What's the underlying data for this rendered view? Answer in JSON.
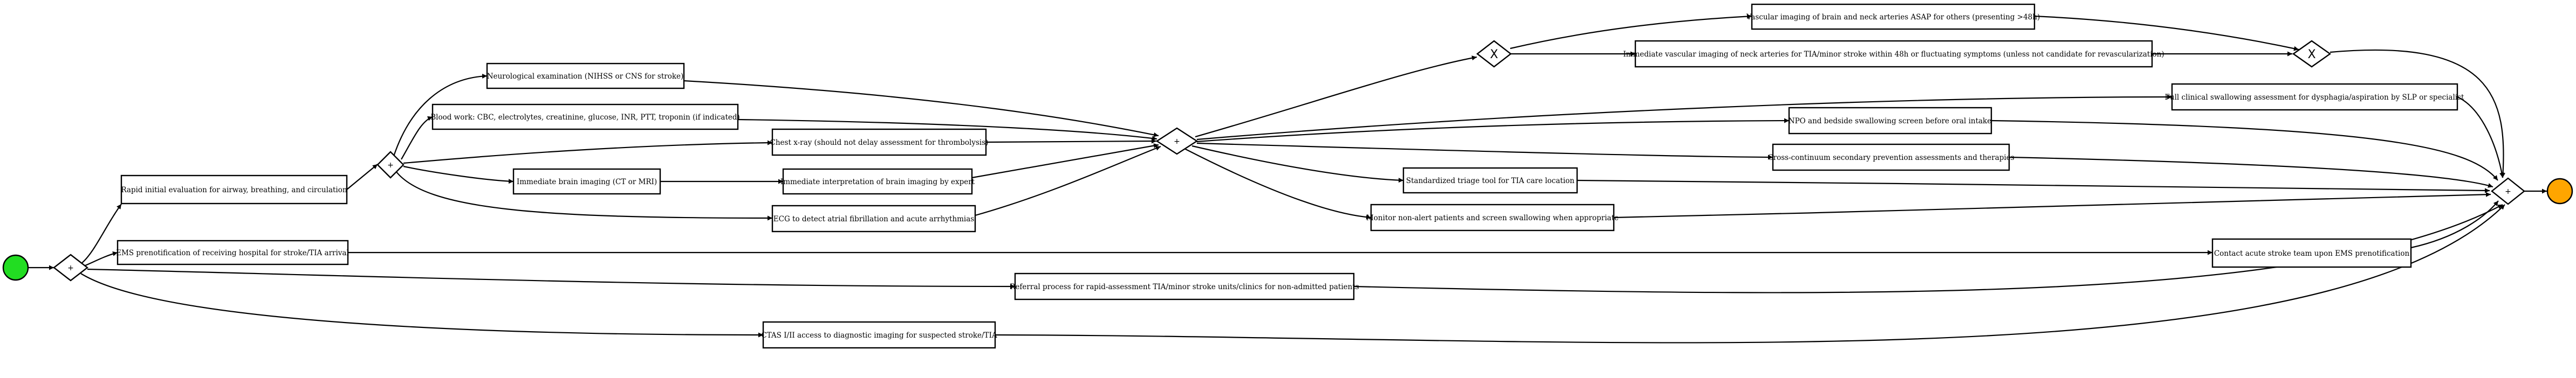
{
  "colors": {
    "start_event": "#22dd22",
    "end_event": "#ffa500",
    "stroke": "#000000",
    "fill": "#ffffff"
  },
  "gateways": {
    "g1": "+",
    "g2": "+",
    "g3": "+",
    "x1": "X",
    "x2": "X",
    "g_end": "+"
  },
  "tasks": {
    "t_rapid": "Rapid initial evaluation for airway, breathing, and circulation",
    "t_ems": "EMS prenotification of receiving hospital for stroke/TIA arrival",
    "t_referral": "Referral process for rapid-assessment TIA/minor stroke units/clinics for non-admitted patients",
    "t_ctas": "CTAS I/II access to diagnostic imaging for suspected stroke/TIA",
    "t_neuro": "Neurological examination (NIHSS or CNS for stroke)",
    "t_blood": "Blood work: CBC, electrolytes, creatinine, glucose, INR, PTT, troponin (if indicated)",
    "t_chest": "Chest x-ray (should not delay assessment for thrombolysis)",
    "t_brainimg": "Immediate brain imaging (CT or MRI)",
    "t_interp": "Immediate interpretation of brain imaging by expert",
    "t_ecg": "ECG to detect atrial fibrillation and acute arrhythmias",
    "t_vascular_asap": "Vascular imaging of brain and neck arteries ASAP for others (presenting >48h)",
    "t_vascular_imm": "Immediate vascular imaging of neck arteries for TIA/minor stroke within 48h or fluctuating symptoms (unless not candidate for revascularization)",
    "t_swallow_full": "Full clinical swallowing assessment for dysphagia/aspiration by SLP or specialist",
    "t_npo": "NPO and bedside swallowing screen before oral intake",
    "t_cross": "Cross-continuum secondary prevention assessments and therapies",
    "t_triage": "Standardized triage tool for TIA care location",
    "t_monitor": "Monitor non-alert patients and screen swallowing when appropriate",
    "t_contact": "Contact acute stroke team upon EMS prenotification"
  }
}
